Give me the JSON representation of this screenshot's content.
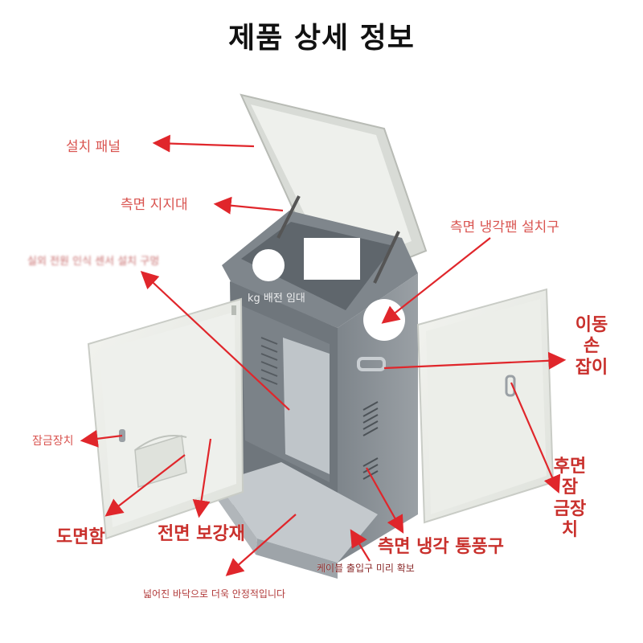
{
  "title": "제품 상세 정보",
  "watermark": "kg 배전 임대",
  "labels": {
    "install_panel": "설치 패널",
    "side_support": "측면 지지대",
    "blurred_text": "실외 전원 인식 센서 설치 구멍",
    "side_fan_mount": "측면 냉각팬 설치구",
    "handle_line1": "이동",
    "handle_line2": "손",
    "handle_line3": "잡이",
    "lock_device": "잠금장치",
    "rear_lock_line1": "후면",
    "rear_lock_line2": "잠",
    "rear_lock_line3": "금장",
    "rear_lock_line4": "치",
    "drawing_box": "도면함",
    "front_reinforce": "전면 보강재",
    "side_vent": "측면 냉각 통풍구",
    "cable_entry": "케이블 출입구 미리 확보",
    "wide_floor": "넓어진 바닥으로 더욱 안정적입니다"
  },
  "colors": {
    "arrow": "#e0262b",
    "cabinet_body": "#8a8f94",
    "cabinet_light": "#e9ebe6",
    "label_red": "#d9534f"
  }
}
